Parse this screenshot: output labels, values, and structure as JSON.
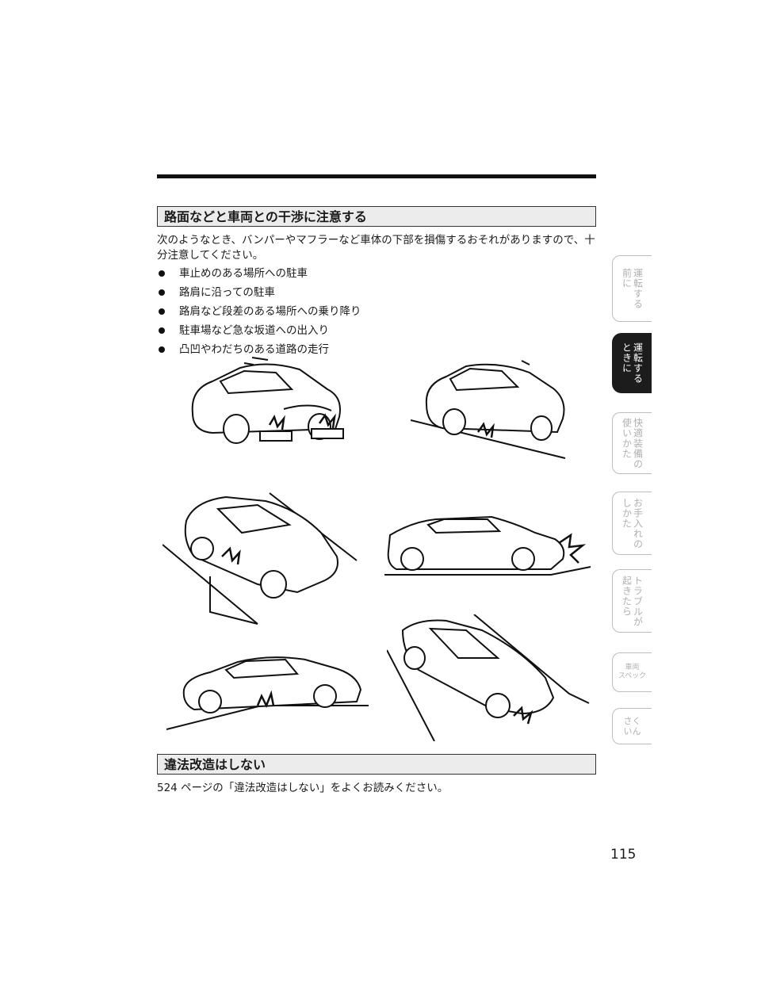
{
  "section1": {
    "title": "路面などと車両との干渉に注意する",
    "intro_line1": "次のようなとき、バンパーやマフラーなど車体の下部を損傷するおそれがありますので、十",
    "intro_line2": "分注意してください。",
    "bullets": [
      "車止めのある場所への駐車",
      "路肩に沿っての駐車",
      "路肩など段差のある場所への乗り降り",
      "駐車場など急な坂道への出入り",
      "凸凹やわだちのある道路の走行"
    ]
  },
  "section2": {
    "title": "違法改造はしない",
    "text": "524 ページの「違法改造はしない」をよくお読みください。"
  },
  "side_tabs": [
    {
      "label": "運転する\n前に"
    },
    {
      "label": "運転する\nときに"
    },
    {
      "label": "快適装備の\n使いかた"
    },
    {
      "label": "お手入れの\nしかた"
    },
    {
      "label": "トラブルが\n起きたら"
    },
    {
      "label": "車両\nスペック"
    },
    {
      "label": "さく\nいん"
    }
  ],
  "page_number": "115"
}
